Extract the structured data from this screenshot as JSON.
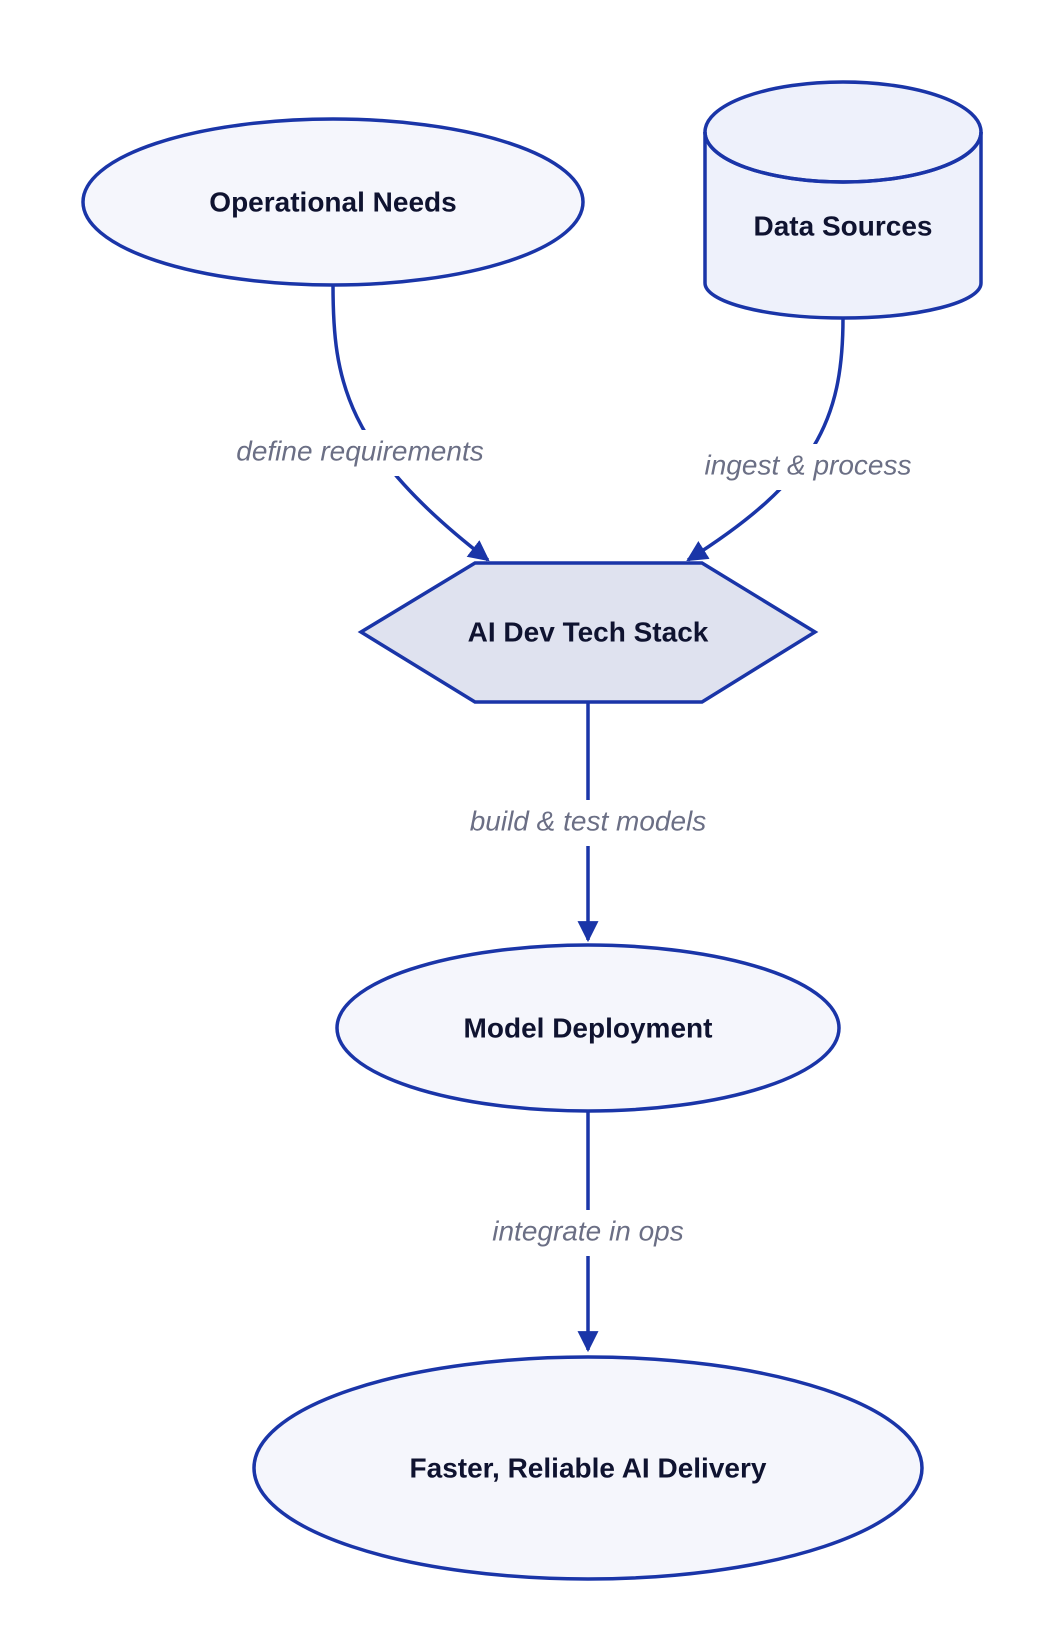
{
  "colors": {
    "stroke": "#1a35a8",
    "ellipse_fill": "#f5f6fc",
    "cylinder_fill": "#eef1fb",
    "hexagon_fill": "#dfe2ef",
    "label_text": "#0f1330",
    "edge_text": "#6b6f85"
  },
  "nodes": {
    "operational_needs": "Operational Needs",
    "data_sources": "Data Sources",
    "tech_stack": "AI Dev Tech Stack",
    "model_deployment": "Model Deployment",
    "delivery": "Faster, Reliable AI Delivery"
  },
  "edges": {
    "define_requirements": "define requirements",
    "ingest_process": "ingest & process",
    "build_test": "build & test models",
    "integrate_ops": "integrate in ops"
  }
}
